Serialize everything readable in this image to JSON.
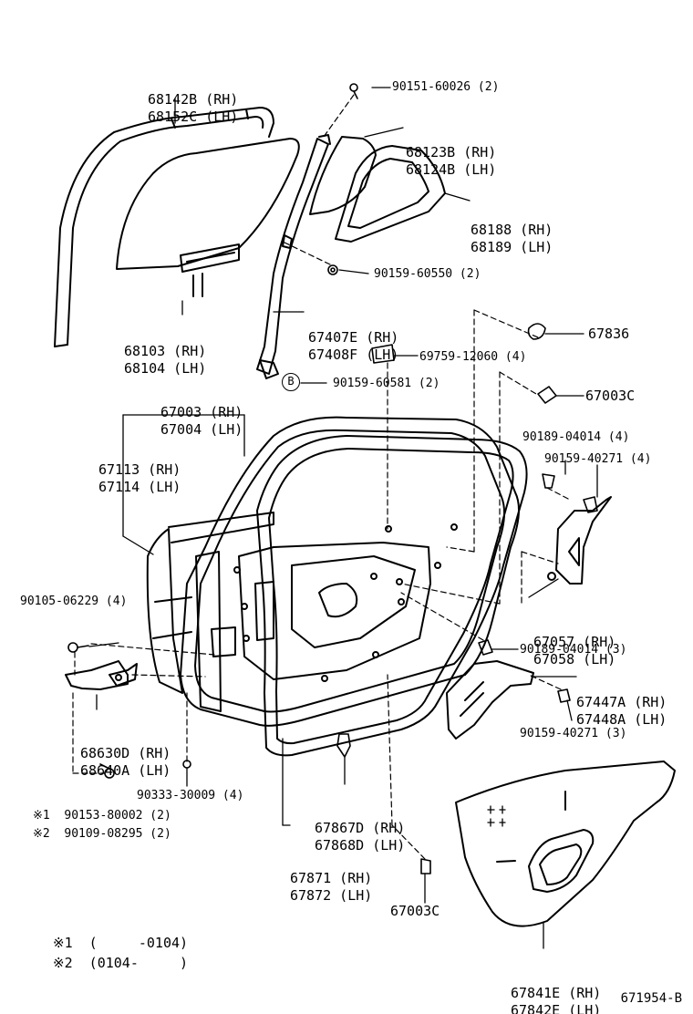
{
  "diagram_code": "671954-B",
  "parts": {
    "window_frame_seal": [
      "68142B (RH)",
      "68152C (LH)"
    ],
    "bolt_top": "90151-60026 (2)",
    "quarter_glass": [
      "68123B (RH)",
      "68124B (LH)"
    ],
    "quarter_weatherstrip": [
      "68188 (RH)",
      "68189 (LH)"
    ],
    "screw_channel": "90159-60550 (2)",
    "door_glass": [
      "68103 (RH)",
      "68104 (LH)"
    ],
    "division_bar": [
      "67407E (RH)",
      "67408F (LH)"
    ],
    "clip_67836": "67836",
    "clip_69759": "69759-12060 (4)",
    "bolt_b": "90159-60581 (2)",
    "b_mark": "B",
    "door_panel": [
      "67003 (RH)",
      "67004 (LH)"
    ],
    "grommet_top": "67003C",
    "outer_weatherstrip": [
      "67113 (RH)",
      "67114 (LH)"
    ],
    "bolt_90189_top": "90189-04014 (4)",
    "bolt_90159_4": "90159-40271 (4)",
    "bolt_90105": "90105-06229 (4)",
    "regulator": [
      "67057 (RH)",
      "67058 (LH)"
    ],
    "bolt_90189_bottom": "90189-04014 (3)",
    "bracket": [
      "67447A (RH)",
      "67448A (LH)"
    ],
    "check_assy": [
      "68630D (RH)",
      "68640A (LH)"
    ],
    "bolt_90159_3": "90159-40271 (3)",
    "clip_90333": "90333-30009 (4)",
    "clip_67867": [
      "67867D (RH)",
      "67868D (LH)"
    ],
    "note1_part": "※1  90153-80002 (2)",
    "note2_part": "※2  90109-08295 (2)",
    "door_weatherstrip": [
      "67871 (RH)",
      "67872 (LH)"
    ],
    "grommet_bottom": "67003C",
    "note1_range": "※1  (     -0104)",
    "note2_range": "※2  (0104-     )",
    "trim_panel": [
      "67841E (RH)",
      "67842E (LH)"
    ]
  }
}
